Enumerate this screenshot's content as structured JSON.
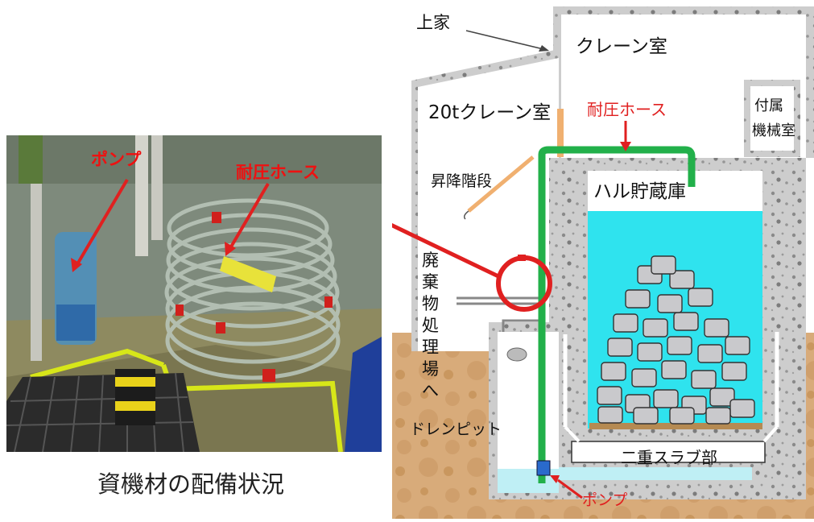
{
  "photo": {
    "caption": "資機材の配備状況",
    "labels": {
      "pump": "ポンプ",
      "hose": "耐圧ホース"
    }
  },
  "diagram": {
    "labels": {
      "upper_house": "上家",
      "crane_room": "クレーン室",
      "crane_20t": "20tクレーン室",
      "aux_room_1": "付属",
      "aux_room_2": "機械室",
      "hose": "耐圧ホース",
      "stairs": "昇降階段",
      "hull_storage": "ハル貯蔵庫",
      "waste_facility": "廃棄物処理場へ",
      "drain_pit": "ドレンピット",
      "double_slab": "二重スラブ部",
      "pump": "ポンプ"
    }
  },
  "colors": {
    "annotation_red": "#e02020",
    "hose_green": "#22b04a",
    "water": "#2fe3ee",
    "soil": "#d8ab7a",
    "concrete": "#cdcdcd"
  }
}
